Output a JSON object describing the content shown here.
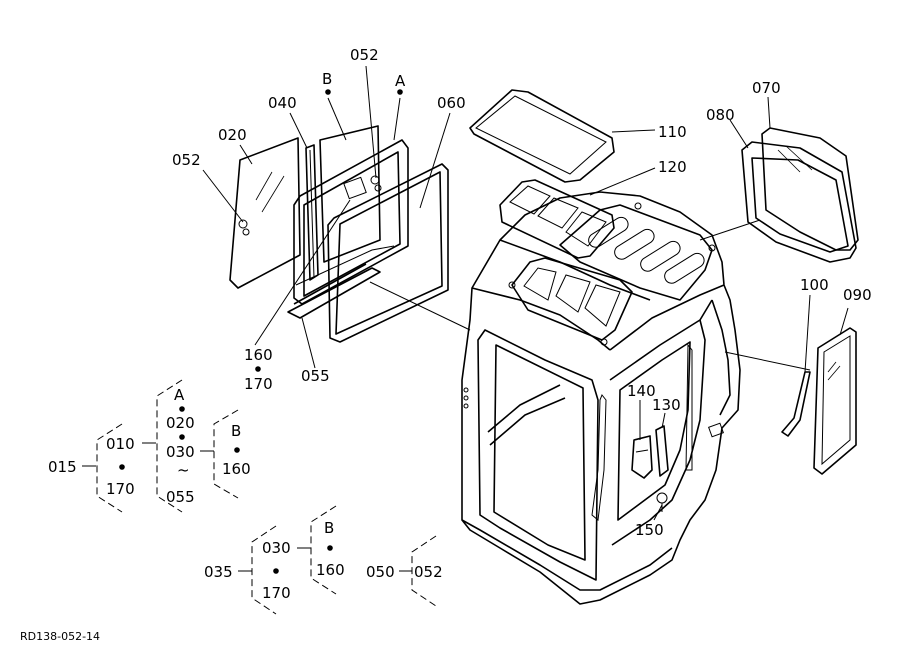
{
  "labels": {
    "l020": "020",
    "l040": "040",
    "lB1": "B",
    "l052a": "052",
    "lA1": "A",
    "l060": "060",
    "l052b": "052",
    "l110": "110",
    "l120": "120",
    "l080": "080",
    "l070": "070",
    "l160a": "160",
    "l170a": "170",
    "l055a": "055",
    "l100": "100",
    "l090": "090",
    "l140": "140",
    "l130": "130",
    "l150": "150"
  },
  "groups": {
    "g015": "015",
    "g010": "010",
    "g170a": "170",
    "gA": "A",
    "g020": "020",
    "g030a": "030",
    "gTilde": "~",
    "g055": "055",
    "gB1": "B",
    "g160a": "160",
    "g035": "035",
    "g030b": "030",
    "g170b": "170",
    "gB2": "B",
    "g160b": "160",
    "g050": "050",
    "g052": "052"
  },
  "footer": {
    "code": "RD138-052-14"
  }
}
